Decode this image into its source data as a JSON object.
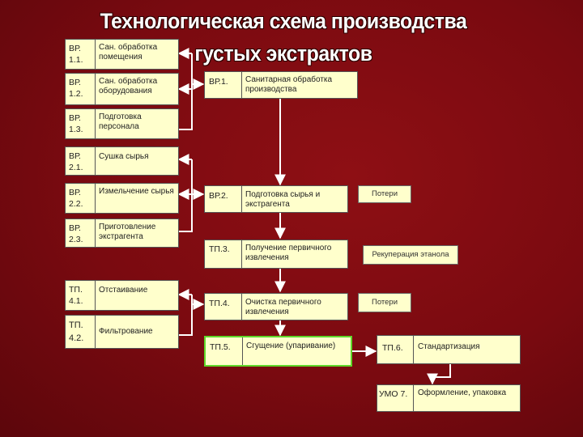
{
  "title": "Технологическая схема производства густых экстрактов",
  "left_steps": [
    {
      "code": "ВР. 1.1.",
      "label": "Сан. обработка помещения"
    },
    {
      "code": "ВР. 1.2.",
      "label": "Сан. обработка оборудования"
    },
    {
      "code": "ВР. 1.3.",
      "label": "Подготовка персонала"
    },
    {
      "code": "ВР. 2.1.",
      "label": "Сушка сырья"
    },
    {
      "code": "ВР. 2.2.",
      "label": "Измельчение сырья"
    },
    {
      "code": "ВР. 2.3.",
      "label": "Приготовление экстрагента"
    },
    {
      "code": "ТП. 4.1.",
      "label": "Отстаивание"
    },
    {
      "code": "ТП. 4.2.",
      "label": "Фильтрование"
    }
  ],
  "main_steps": [
    {
      "code": "ВР.1.",
      "label": "Санитарная обработка производства"
    },
    {
      "code": "ВР.2.",
      "label": "Подготовка сырья и экстрагента"
    },
    {
      "code": "ТП.3.",
      "label": "Получение первичного извлечения"
    },
    {
      "code": "ТП.4.",
      "label": "Очистка первичного извлечения"
    },
    {
      "code": "ТП.5.",
      "label": "Сгущение (упаривание)"
    }
  ],
  "side_notes": [
    {
      "label": "Потери"
    },
    {
      "label": "Рекуперация этанола"
    },
    {
      "label": "Потери"
    }
  ],
  "final_steps": [
    {
      "code": "ТП.6.",
      "label": "Стандартизация"
    },
    {
      "code": "УМО 7.",
      "label": "Оформление, упаковка"
    }
  ]
}
